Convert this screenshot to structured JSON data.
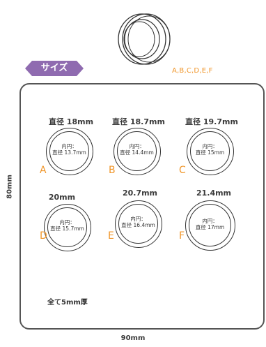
{
  "badge": {
    "label": "サイズ",
    "color": "#8f6bb0"
  },
  "variants_label": "A,B,C,D,E,F",
  "dimensions": {
    "width": "90mm",
    "height": "80mm"
  },
  "rings": [
    {
      "letter": "A",
      "title": "直径 18mm",
      "inner_label": "内円：",
      "inner_value": "直径 13.7mm"
    },
    {
      "letter": "B",
      "title": "直径 18.7mm",
      "inner_label": "内円：",
      "inner_value": "直径 14.4mm"
    },
    {
      "letter": "C",
      "title": "直径 19.7mm",
      "inner_label": "内円：",
      "inner_value": "直径 15mm"
    },
    {
      "letter": "D",
      "title": "20mm",
      "inner_label": "内円：",
      "inner_value": "直径 15.7mm"
    },
    {
      "letter": "E",
      "title": "20.7mm",
      "inner_label": "内円：",
      "inner_value": "直径 16.4mm"
    },
    {
      "letter": "F",
      "title": "21.4mm",
      "inner_label": "内円：",
      "inner_value": "直径 17mm"
    }
  ],
  "thickness_note": "全て5mm厚",
  "accent_color": "#f0962a"
}
